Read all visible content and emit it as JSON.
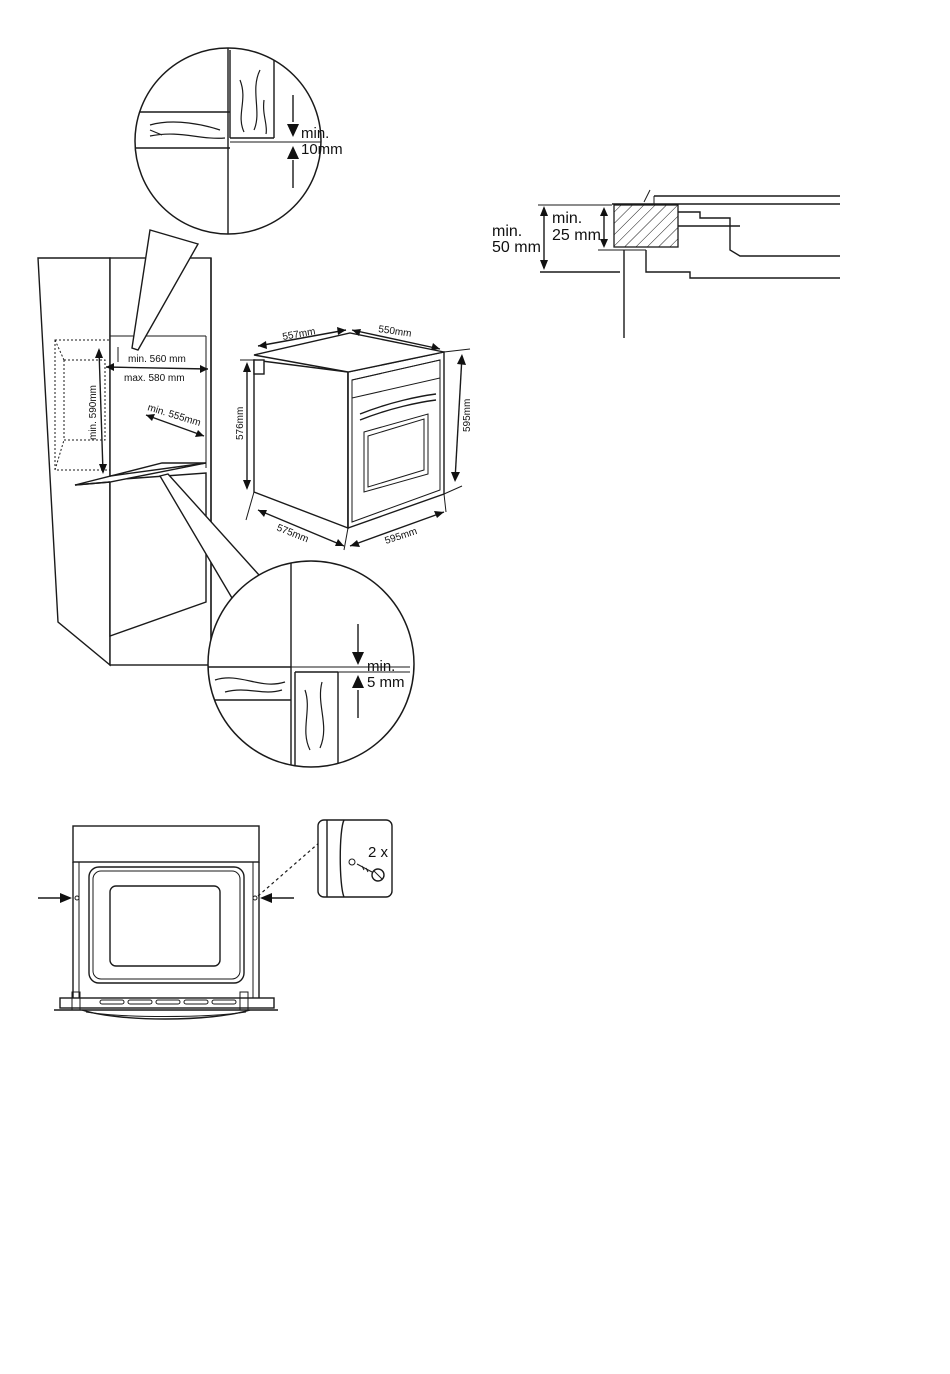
{
  "detail_top": {
    "label_min": "min.",
    "label_value": "10mm"
  },
  "cabinet": {
    "width_min": "min. 560 mm",
    "width_max": "max. 580 mm",
    "height_min": "min. 590mm",
    "depth_min": "min. 555mm"
  },
  "oven_dims": {
    "top_depth": "557mm",
    "top_width": "550mm",
    "body_height": "576mm",
    "front_height": "595mm",
    "bottom_depth": "575mm",
    "bottom_width": "595mm"
  },
  "detail_bottom": {
    "label_min": "min.",
    "label_value": "5 mm"
  },
  "hob_section": {
    "outer_min": "min.",
    "outer_value": "50 mm",
    "inner_min": "min.",
    "inner_value": "25 mm"
  },
  "screw_detail": {
    "count": "2 x"
  }
}
